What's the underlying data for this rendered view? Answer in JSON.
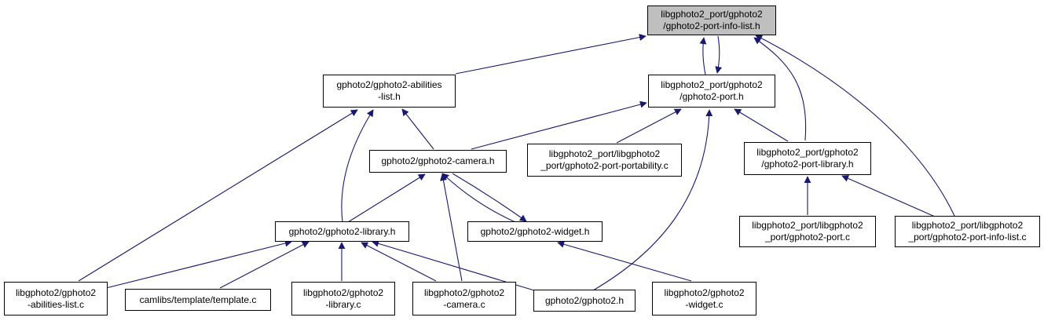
{
  "colors": {
    "edge": "#191970",
    "root_fill": "#bfbfbf",
    "node_fill": "#ffffff",
    "border": "#000000"
  },
  "nodes": {
    "root": {
      "line1": "libgphoto2_port/gphoto2",
      "line2": "/gphoto2-port-info-list.h"
    },
    "abilities_list_h": {
      "line1": "gphoto2/gphoto2-abilities",
      "line2": "-list.h"
    },
    "port_h": {
      "line1": "libgphoto2_port/gphoto2",
      "line2": "/gphoto2-port.h"
    },
    "camera_h": {
      "line1": "gphoto2/gphoto2-camera.h"
    },
    "portability_c": {
      "line1": "libgphoto2_port/libgphoto2",
      "line2": "_port/gphoto2-port-portability.c"
    },
    "port_library_h": {
      "line1": "libgphoto2_port/gphoto2",
      "line2": "/gphoto2-port-library.h"
    },
    "library_h": {
      "line1": "gphoto2/gphoto2-library.h"
    },
    "widget_h": {
      "line1": "gphoto2/gphoto2-widget.h"
    },
    "port_c": {
      "line1": "libgphoto2_port/libgphoto2",
      "line2": "_port/gphoto2-port.c"
    },
    "port_info_list_c": {
      "line1": "libgphoto2_port/libgphoto2",
      "line2": "_port/gphoto2-port-info-list.c"
    },
    "abilities_list_c": {
      "line1": "libgphoto2/gphoto2",
      "line2": "-abilities-list.c"
    },
    "template_c": {
      "line1": "camlibs/template/template.c"
    },
    "library_c": {
      "line1": "libgphoto2/gphoto2",
      "line2": "-library.c"
    },
    "camera_c": {
      "line1": "libgphoto2/gphoto2",
      "line2": "-camera.c"
    },
    "gphoto2_h": {
      "line1": "gphoto2/gphoto2.h"
    },
    "widget_c": {
      "line1": "libgphoto2/gphoto2",
      "line2": "-widget.c"
    }
  }
}
